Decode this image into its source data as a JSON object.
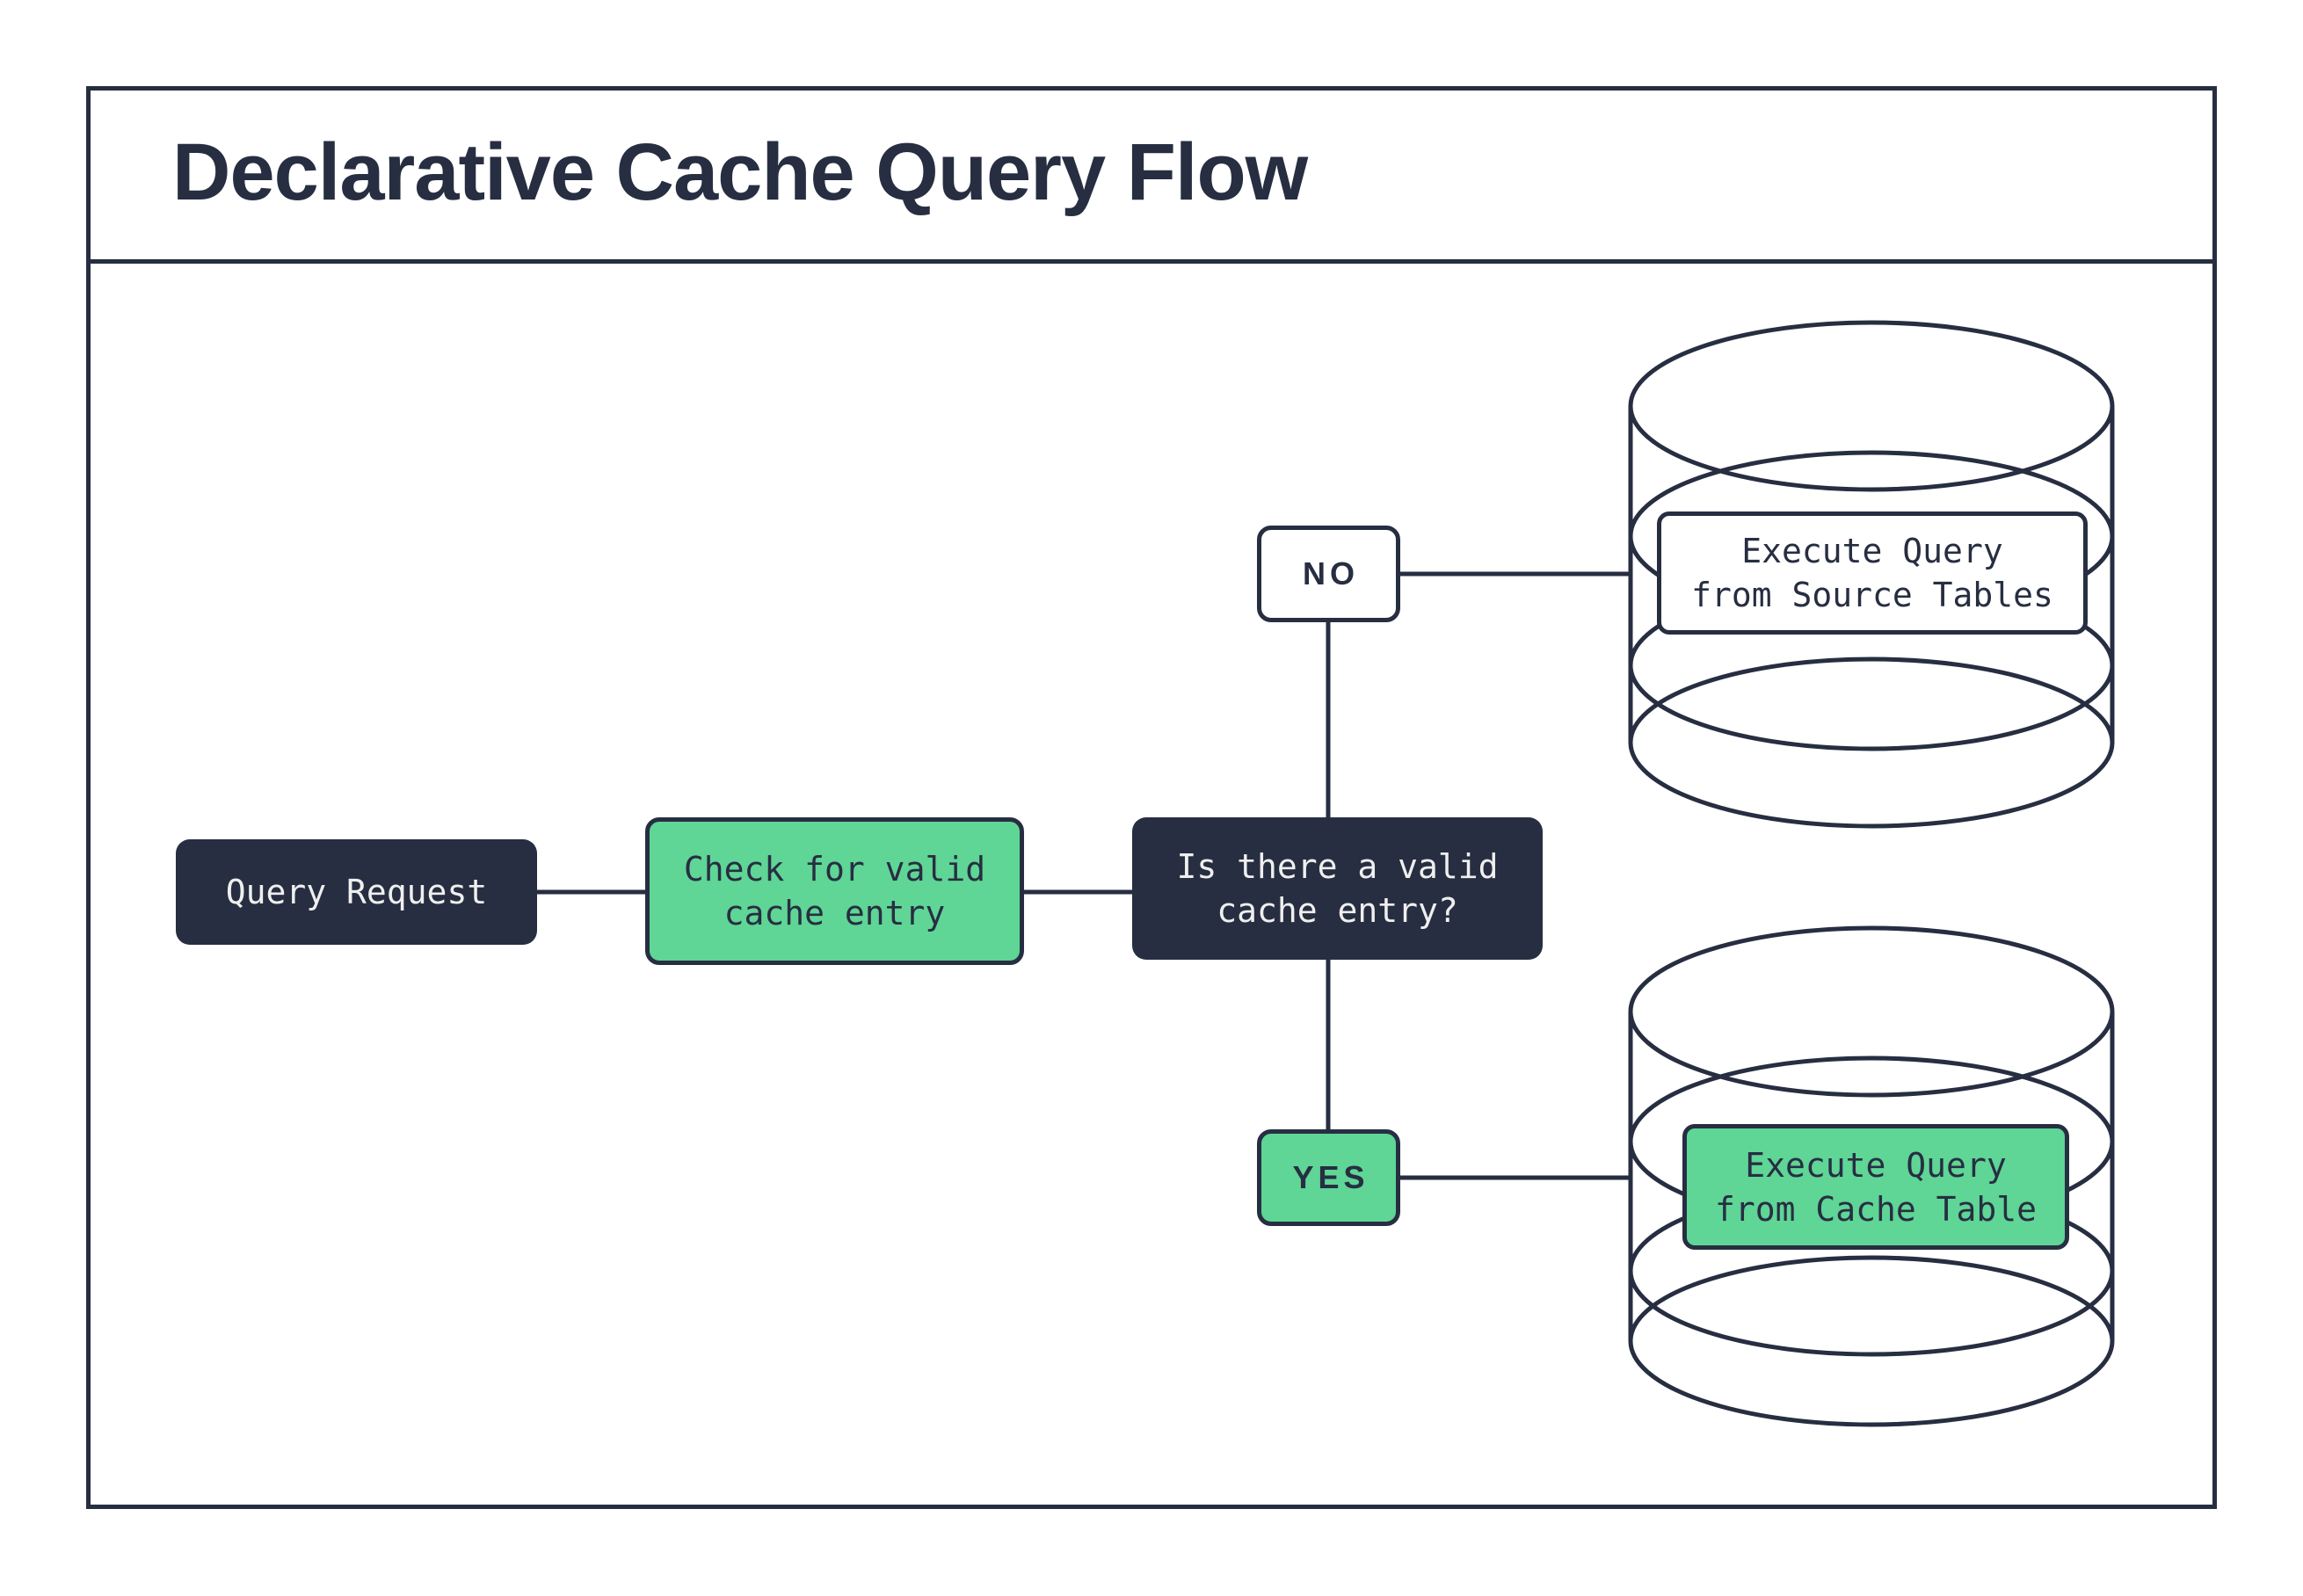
{
  "title": "Declarative Cache Query Flow",
  "colors": {
    "dark": "#272e41",
    "green": "#5fd596",
    "light_text": "#efefef",
    "bg": "#ffffff"
  },
  "nodes": {
    "query_request": {
      "label": "Query Request"
    },
    "check_cache": {
      "line1": "Check for valid",
      "line2": "cache entry"
    },
    "decision": {
      "line1": "Is there a valid",
      "line2": "cache entry?"
    },
    "edge_no": {
      "label": "NO"
    },
    "edge_yes": {
      "label": "YES"
    },
    "source_db": {
      "line1": "Execute Query",
      "line2": "from Source Tables"
    },
    "cache_db": {
      "line1": "Execute Query",
      "line2": "from Cache Table"
    }
  }
}
